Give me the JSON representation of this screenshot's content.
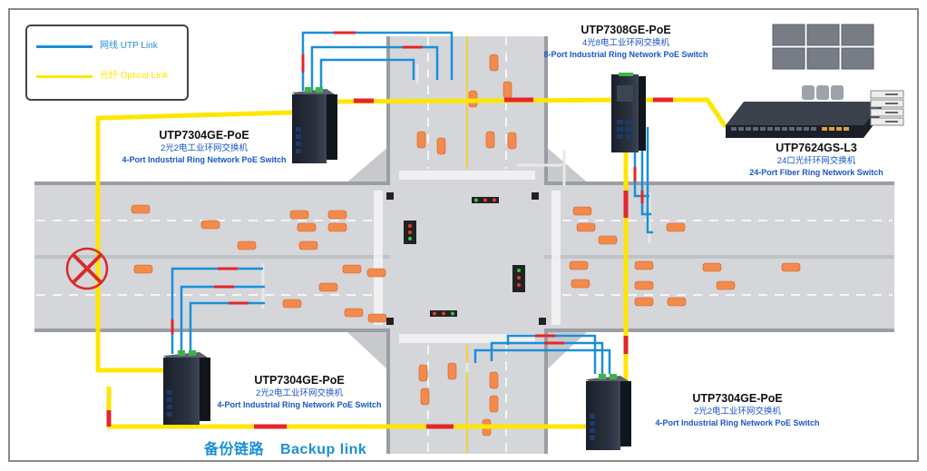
{
  "legend": {
    "utp_label": "网线 UTP Link",
    "optical_label": "光纤 Optical Link",
    "utp_color": "#1a8fd8",
    "optical_color": "#ffe600"
  },
  "colors": {
    "utp": "#1a8fd8",
    "optical": "#ffe600",
    "link_segment": "#e4262a",
    "label_text": "#1a55c9",
    "fault_mark": "#d82b2b"
  },
  "devices": {
    "top_left": {
      "model": "UTP7304GE-PoE",
      "cn": "2光2电工业环网交换机",
      "en": "4-Port Industrial Ring Network PoE Switch"
    },
    "top_right": {
      "model": "UTP7308GE-PoE",
      "cn": "4光8电工业环网交换机",
      "en": "8-Port Industrial Ring Network PoE Switch"
    },
    "core": {
      "model": "UTP7624GS-L3",
      "cn": "24口光纤环网交换机",
      "en": "24-Port Fiber Ring Network Switch"
    },
    "bottom_left": {
      "model": "UTP7304GE-PoE",
      "cn": "2光2电工业环网交换机",
      "en": "4-Port Industrial Ring Network PoE Switch"
    },
    "bottom_right": {
      "model": "UTP7304GE-PoE",
      "cn": "2光2电工业环网交换机",
      "en": "4-Port Industrial Ring Network PoE Switch"
    }
  },
  "backup": {
    "cn": "备份链路",
    "en": "Backup link"
  },
  "icons": [
    "fault-x-icon",
    "video-wall-icon",
    "server-rack-icon",
    "traffic-light-icon",
    "car-icon"
  ]
}
